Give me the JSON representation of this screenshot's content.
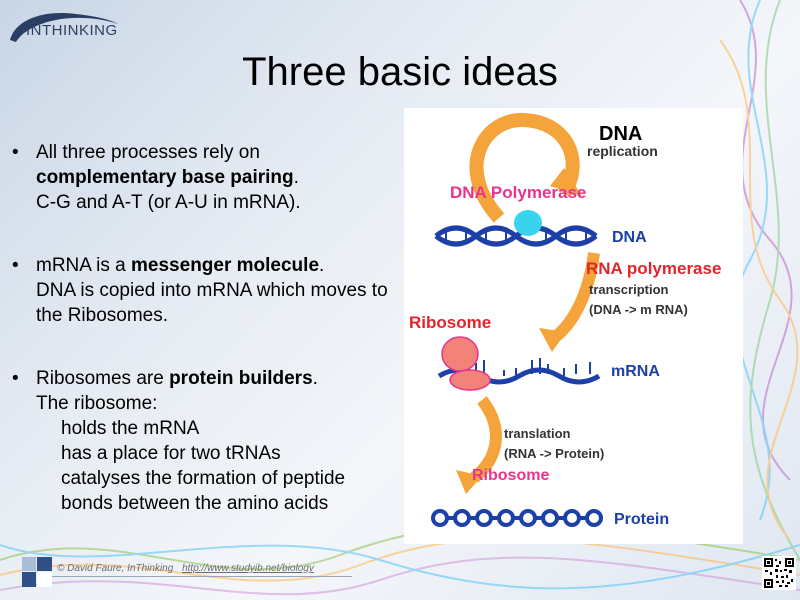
{
  "logo": {
    "text": "INTHINKING"
  },
  "title": "Three basic ideas",
  "bullets": [
    {
      "pre": "All three processes rely on",
      "bold": "complementary base pairing",
      "post": ".",
      "line2": "C-G and A-T (or A-U in mRNA)."
    },
    {
      "pre": "mRNA is a",
      "bold": "messenger molecule",
      "post": ".",
      "line2": "DNA is copied into mRNA which moves to the Ribosomes."
    },
    {
      "pre": "Ribosomes are",
      "bold": "protein builders",
      "post": ".",
      "line2": "The ribosome:",
      "sub": [
        "holds the mRNA",
        "has a place for two tRNAs",
        "catalyses the formation of peptide bonds between the amino acids"
      ]
    }
  ],
  "figure": {
    "dna_title": "DNA",
    "replication": "replication",
    "dna_polymerase": "DNA Polymerase",
    "dna_label": "DNA",
    "rna_polymerase": "RNA polymerase",
    "transcription": "transcription",
    "transcription_detail": "(DNA -> m RNA)",
    "ribosome_top": "Ribosome",
    "mrna_label": "mRNA",
    "translation": "translation",
    "translation_detail": "(RNA -> Protein)",
    "ribosome_bottom": "Ribosome",
    "protein_label": "Protein",
    "colors": {
      "orange_arrow": "#f4a43a",
      "red_label": "#e0262a",
      "pink_label": "#e8348c",
      "blue": "#1d3fa8",
      "cyan": "#39d3ee",
      "salmon": "#f2827a"
    }
  },
  "footer": {
    "credit": "© David Faure, InThinking",
    "link": "http://www.studyib.net/biology"
  }
}
